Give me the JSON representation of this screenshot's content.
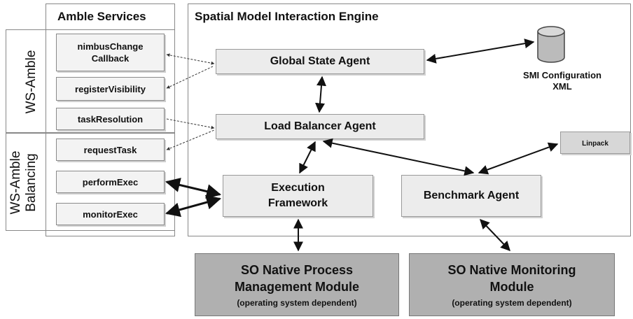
{
  "amble": {
    "title": "Amble Services",
    "group_ws_amble": "WS-Amble",
    "group_balancing": "WS-Amble\nBalancing",
    "services": [
      {
        "label": "nimbusChange\nCallback"
      },
      {
        "label": "registerVisibility"
      },
      {
        "label": "taskResolution"
      },
      {
        "label": "requestTask"
      },
      {
        "label": "performExec"
      },
      {
        "label": "monitorExec"
      }
    ]
  },
  "engine": {
    "title": "Spatial Model Interaction Engine",
    "global_state": "Global State Agent",
    "load_balancer": "Load Balancer Agent",
    "execution": "Execution\nFramework",
    "benchmark": "Benchmark Agent",
    "config": "SMI Configuration\nXML",
    "linpack": "Linpack"
  },
  "native": {
    "process_main": "SO Native Process\nManagement Module",
    "process_sub": "(operating system dependent)",
    "monitor_main": "SO Native Monitoring\nModule",
    "monitor_sub": "(operating system dependent)"
  }
}
